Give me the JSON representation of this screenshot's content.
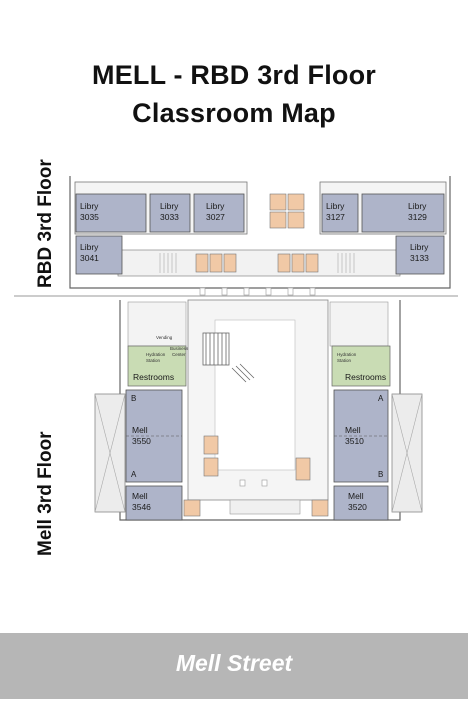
{
  "title": {
    "line1": "MELL - RBD 3rd Floor",
    "line2": "Classroom Map"
  },
  "side_labels": {
    "upper": "RBD 3rd Floor",
    "lower": "Mell 3rd Floor"
  },
  "street": "Mell Street",
  "rooms": {
    "libry_3035": [
      "Libry",
      "3035"
    ],
    "libry_3033": [
      "Libry",
      "3033"
    ],
    "libry_3027": [
      "Libry",
      "3027"
    ],
    "libry_3041": [
      "Libry",
      "3041"
    ],
    "libry_3127": [
      "Libry",
      "3127"
    ],
    "libry_3129": [
      "Libry",
      "3129"
    ],
    "libry_3133": [
      "Libry",
      "3133"
    ],
    "mell_3550": [
      "Mell",
      "3550"
    ],
    "mell_3546": [
      "Mell",
      "3546"
    ],
    "mell_3510": [
      "Mell",
      "3510"
    ],
    "mell_3520": [
      "Mell",
      "3520"
    ]
  },
  "restrooms": "Restrooms",
  "section_letters": {
    "a": "A",
    "b": "B"
  },
  "small_labels": {
    "hydration": [
      "Hydration",
      "Station"
    ],
    "business": [
      "Business",
      "Center"
    ],
    "vending": "Vending"
  },
  "colors": {
    "classroom": "#aeb4c9",
    "study": "#f1c9a6",
    "restroom": "#c9dcb4",
    "street": "#b6b6b6"
  }
}
